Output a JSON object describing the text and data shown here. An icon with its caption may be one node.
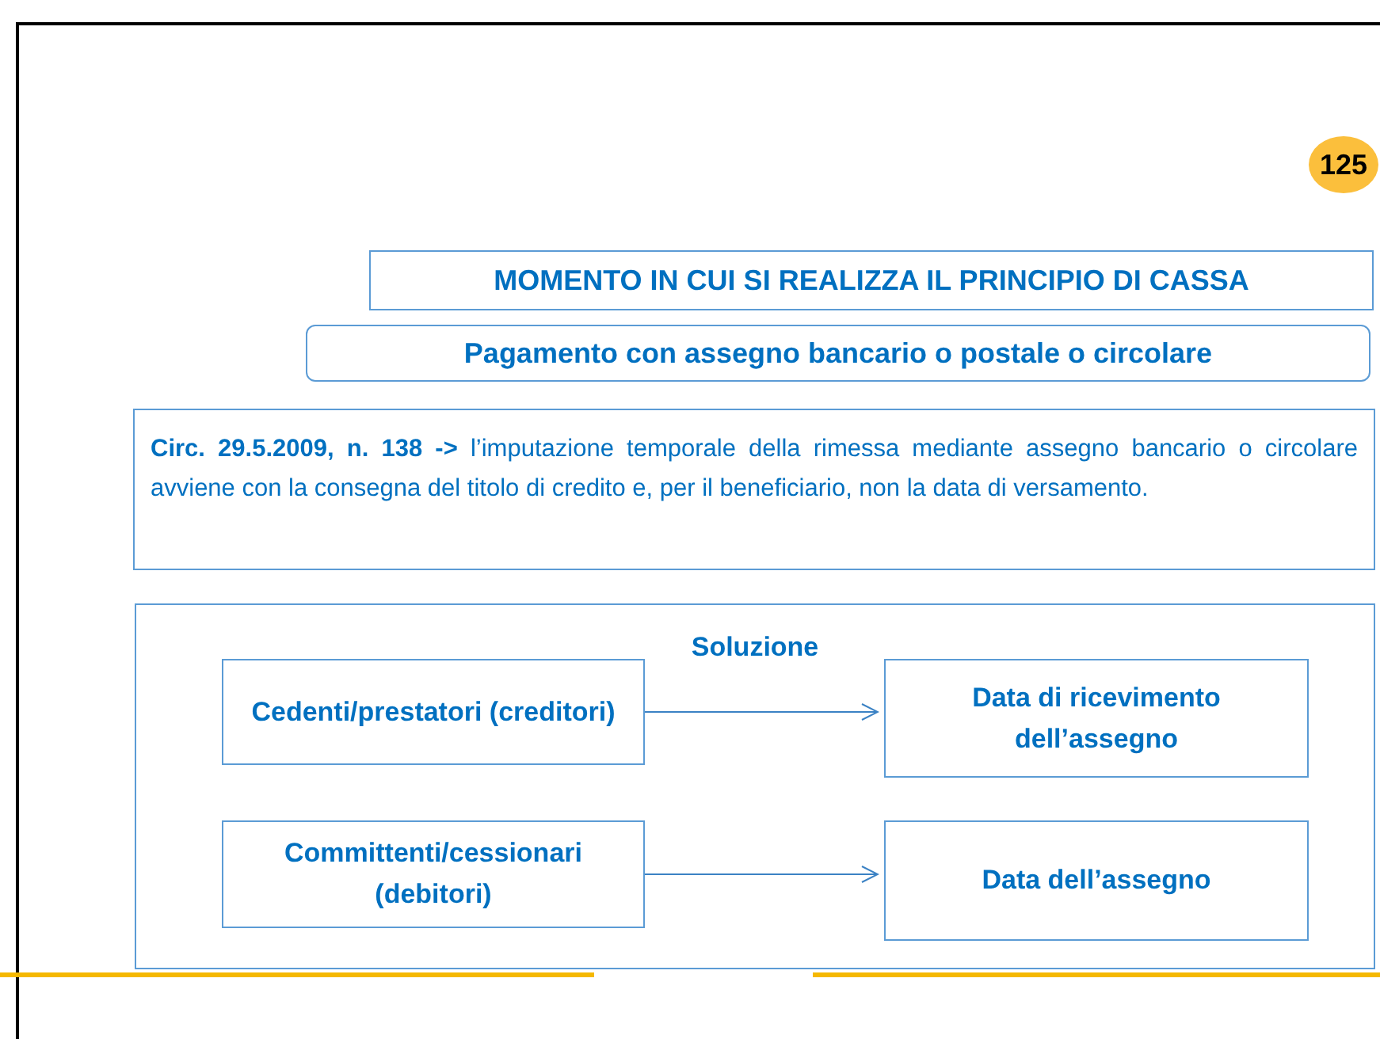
{
  "diagram": {
    "nodes": [
      {
        "text": [
          "125"
        ]
      },
      {
        "text": [
          "MOMENTO IN CUI SI REALIZZA IL PRINCIPIO DI CASSA"
        ]
      },
      {
        "text": [
          "Pagamento con assegno bancario o postale o circolare"
        ]
      },
      {
        "text": [
          "**Circ. 29.5.2009, n. 138 ->** l’imputazione temporale della rimessa mediante assegno bancario o circolare avviene con la consegna del titolo di credito e, per il beneficiario, non la data di versamento."
        ]
      },
      {
        "text": [
          "Soluzione"
        ]
      },
      {
        "text": [
          "Cedenti/prestatori (creditori)"
        ],
        "in": 4
      },
      {
        "text": [
          "Data di ricevimento dell’assegno"
        ],
        "in": 4
      },
      {
        "text": [
          "Committenti/cessionari (debitori)"
        ],
        "in": 4
      },
      {
        "text": [
          "Data dell’assegno"
        ],
        "in": 4
      }
    ],
    "edges": [
      {
        "from": 5,
        "to": 6,
        "arrow": "to"
      },
      {
        "from": 7,
        "to": 8,
        "arrow": "to"
      }
    ]
  }
}
